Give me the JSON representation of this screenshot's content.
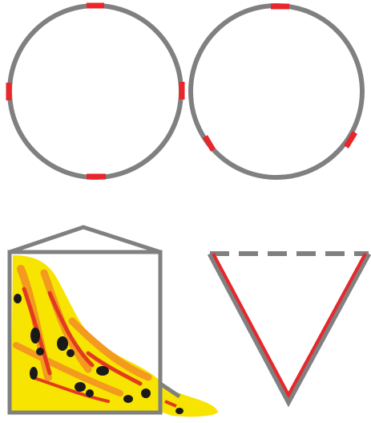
{
  "colors": {
    "background": "#ffffff",
    "outline": "#808080",
    "accent": "#e8262b",
    "fill_yellow": "#f7e400",
    "fill_orange": "#f39a1f",
    "fill_red": "#e23a1f",
    "fill_dark": "#1a1a1a"
  },
  "figures": [
    {
      "name": "circle-four-marks",
      "kind": "circle",
      "red_marks": 4
    },
    {
      "name": "circle-three-marks",
      "kind": "circle",
      "red_marks": 3
    },
    {
      "name": "container-with-spill",
      "kind": "container"
    },
    {
      "name": "open-triangle",
      "kind": "triangle",
      "top_edge": "dashed",
      "sides": "red"
    }
  ]
}
